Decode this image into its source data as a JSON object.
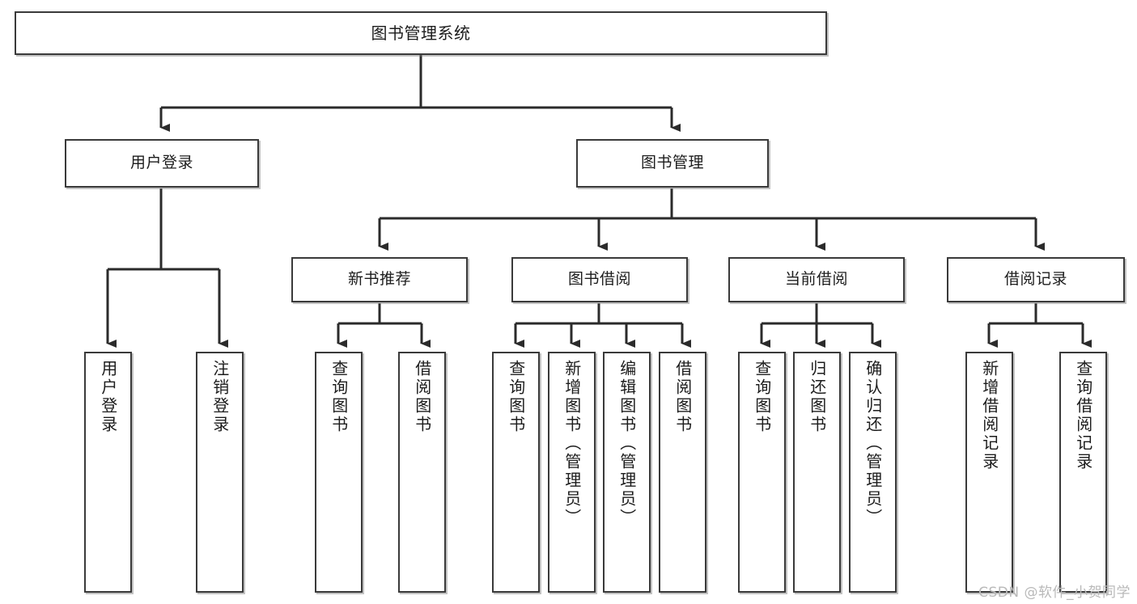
{
  "diagram": {
    "type": "tree",
    "title": "图书管理系统",
    "watermark": "CSDN @软件_小贺同学",
    "colors": {
      "box_border": "#3a3a3a",
      "box_fill": "#ffffff",
      "connector": "#2b2b2b",
      "text": "#1c1c1c",
      "watermark": "#b9b9b9"
    },
    "root": {
      "label": "图书管理系统"
    },
    "level2": [
      {
        "id": "user-login",
        "label": "用户登录"
      },
      {
        "id": "book-manage",
        "label": "图书管理"
      }
    ],
    "level3": [
      {
        "id": "new-book-recommend",
        "label": "新书推荐",
        "parent": "book-manage"
      },
      {
        "id": "book-borrow",
        "label": "图书借阅",
        "parent": "book-manage"
      },
      {
        "id": "current-borrow",
        "label": "当前借阅",
        "parent": "book-manage"
      },
      {
        "id": "borrow-record",
        "label": "借阅记录",
        "parent": "book-manage"
      }
    ],
    "leaves": [
      {
        "id": "leaf-user-login",
        "label": "用户登录",
        "parent": "user-login"
      },
      {
        "id": "leaf-logout",
        "label": "注销登录",
        "parent": "user-login"
      },
      {
        "id": "leaf-query-book-1",
        "label": "查询图书",
        "parent": "new-book-recommend"
      },
      {
        "id": "leaf-borrow-book-1",
        "label": "借阅图书",
        "parent": "new-book-recommend"
      },
      {
        "id": "leaf-query-book-2",
        "label": "查询图书",
        "parent": "book-borrow"
      },
      {
        "id": "leaf-add-book",
        "label": "新增图书（管理员）",
        "parent": "book-borrow"
      },
      {
        "id": "leaf-edit-book",
        "label": "编辑图书（管理员）",
        "parent": "book-borrow"
      },
      {
        "id": "leaf-borrow-book-2",
        "label": "借阅图书",
        "parent": "book-borrow"
      },
      {
        "id": "leaf-query-book-3",
        "label": "查询图书",
        "parent": "current-borrow"
      },
      {
        "id": "leaf-return-book",
        "label": "归还图书",
        "parent": "current-borrow"
      },
      {
        "id": "leaf-confirm-return",
        "label": "确认归还（管理员）",
        "parent": "current-borrow"
      },
      {
        "id": "leaf-add-record",
        "label": "新增借阅记录",
        "parent": "borrow-record"
      },
      {
        "id": "leaf-query-record",
        "label": "查询借阅记录",
        "parent": "borrow-record"
      }
    ]
  }
}
